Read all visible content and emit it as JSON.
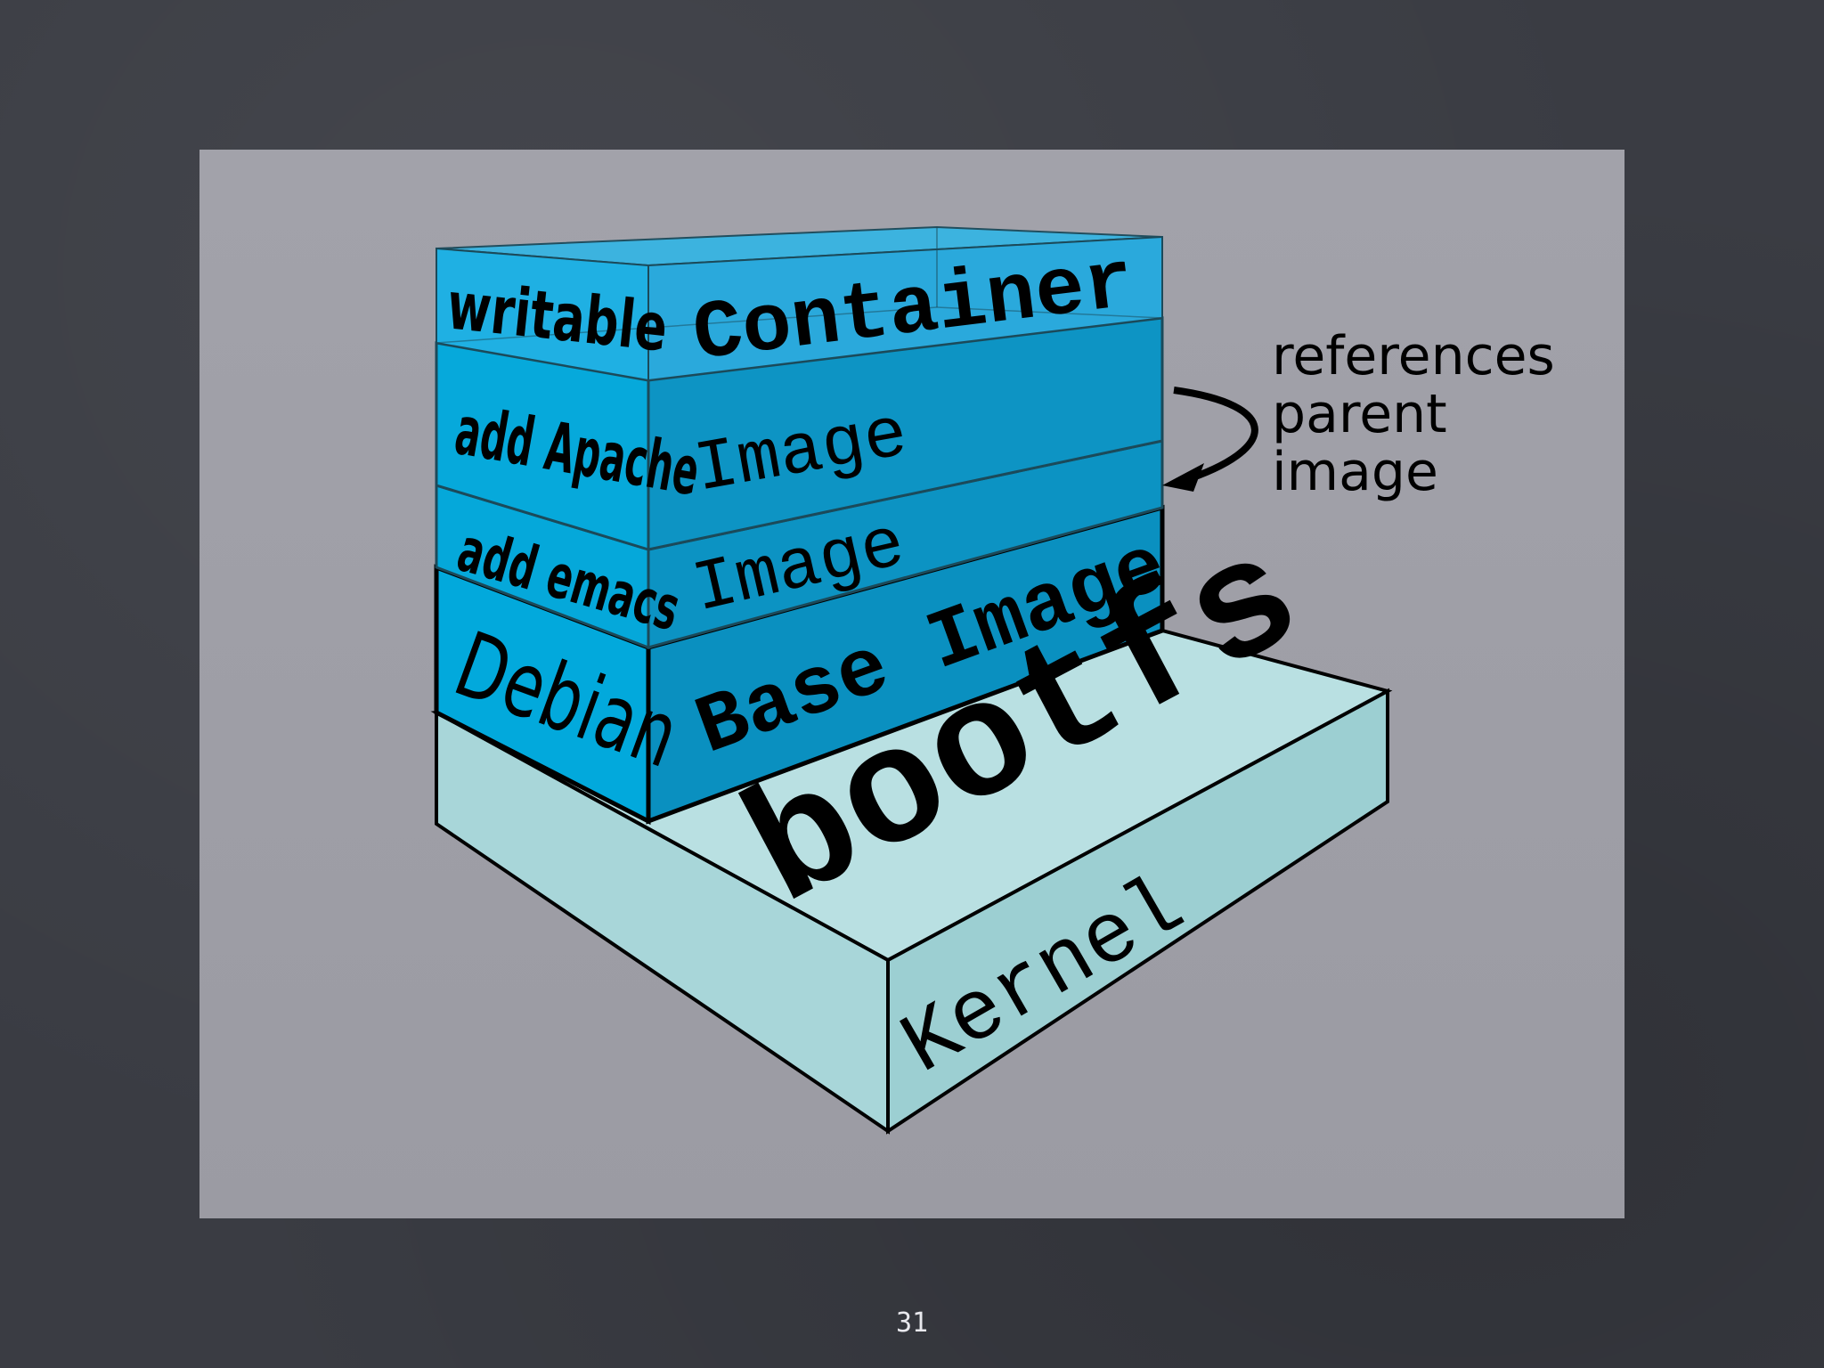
{
  "diagram": {
    "left_labels": {
      "writable": "writable",
      "add_apache": "add Apache",
      "add_emacs": "add emacs",
      "debian": "Debian"
    },
    "front_labels": {
      "container": "Container",
      "image_apache": "Image",
      "image_emacs": "Image",
      "base_image": "Base Image",
      "bootfs": "bootfs",
      "kernel": "Kernel"
    },
    "annotation": {
      "line1": "references",
      "line2": "parent",
      "line3": "image"
    },
    "colors": {
      "layer_side": "#00a7d9",
      "layer_front": "#0b8fbf",
      "container_fill": "#29aee0",
      "bootfs_top": "#b6dfe0",
      "kernel_side": "#9fcfd2",
      "outline": "#000000"
    }
  },
  "slide": {
    "number": "31"
  }
}
